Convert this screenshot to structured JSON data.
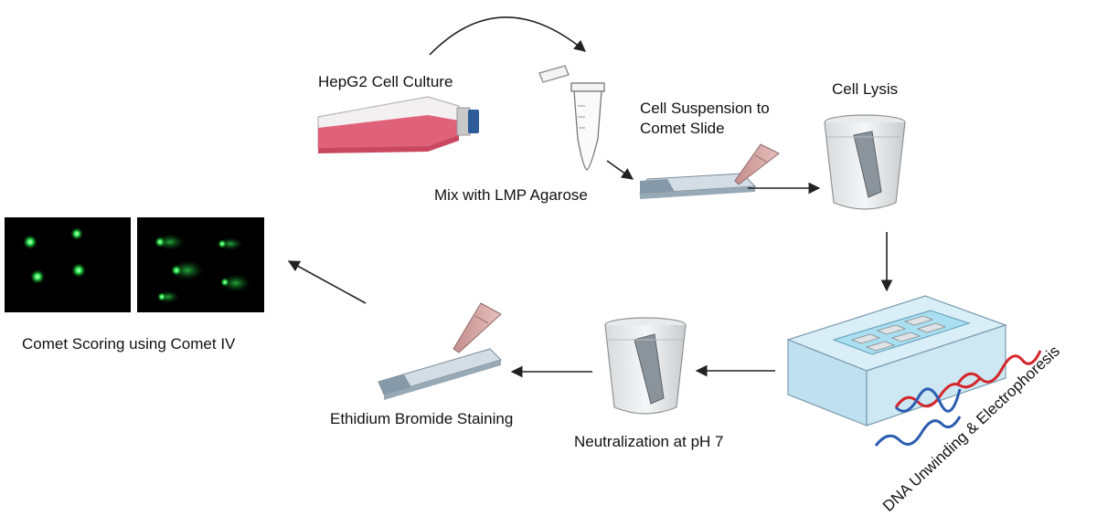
{
  "title": "",
  "steps": {
    "culture": "HepG2 Cell Culture",
    "mix": "Mix with LMP Agarose",
    "suspension": "Cell Suspension to Comet Slide",
    "lysis": "Cell Lysis",
    "electrophoresis": "DNA Unwinding & Electrophoresis",
    "neutralization": "Neutralization at pH 7",
    "staining": "Ethidium Bromide Staining",
    "scoring": "Comet Scoring using Comet IV"
  },
  "colors": {
    "comet_green": "#1fe34a",
    "flask_media": "#e0617a",
    "flask_cap": "#2e5b99",
    "gel_tank": "#a9dff0",
    "dna_red": "#d4262b",
    "dna_blue": "#2a5cb0",
    "arrow": "#222222"
  }
}
